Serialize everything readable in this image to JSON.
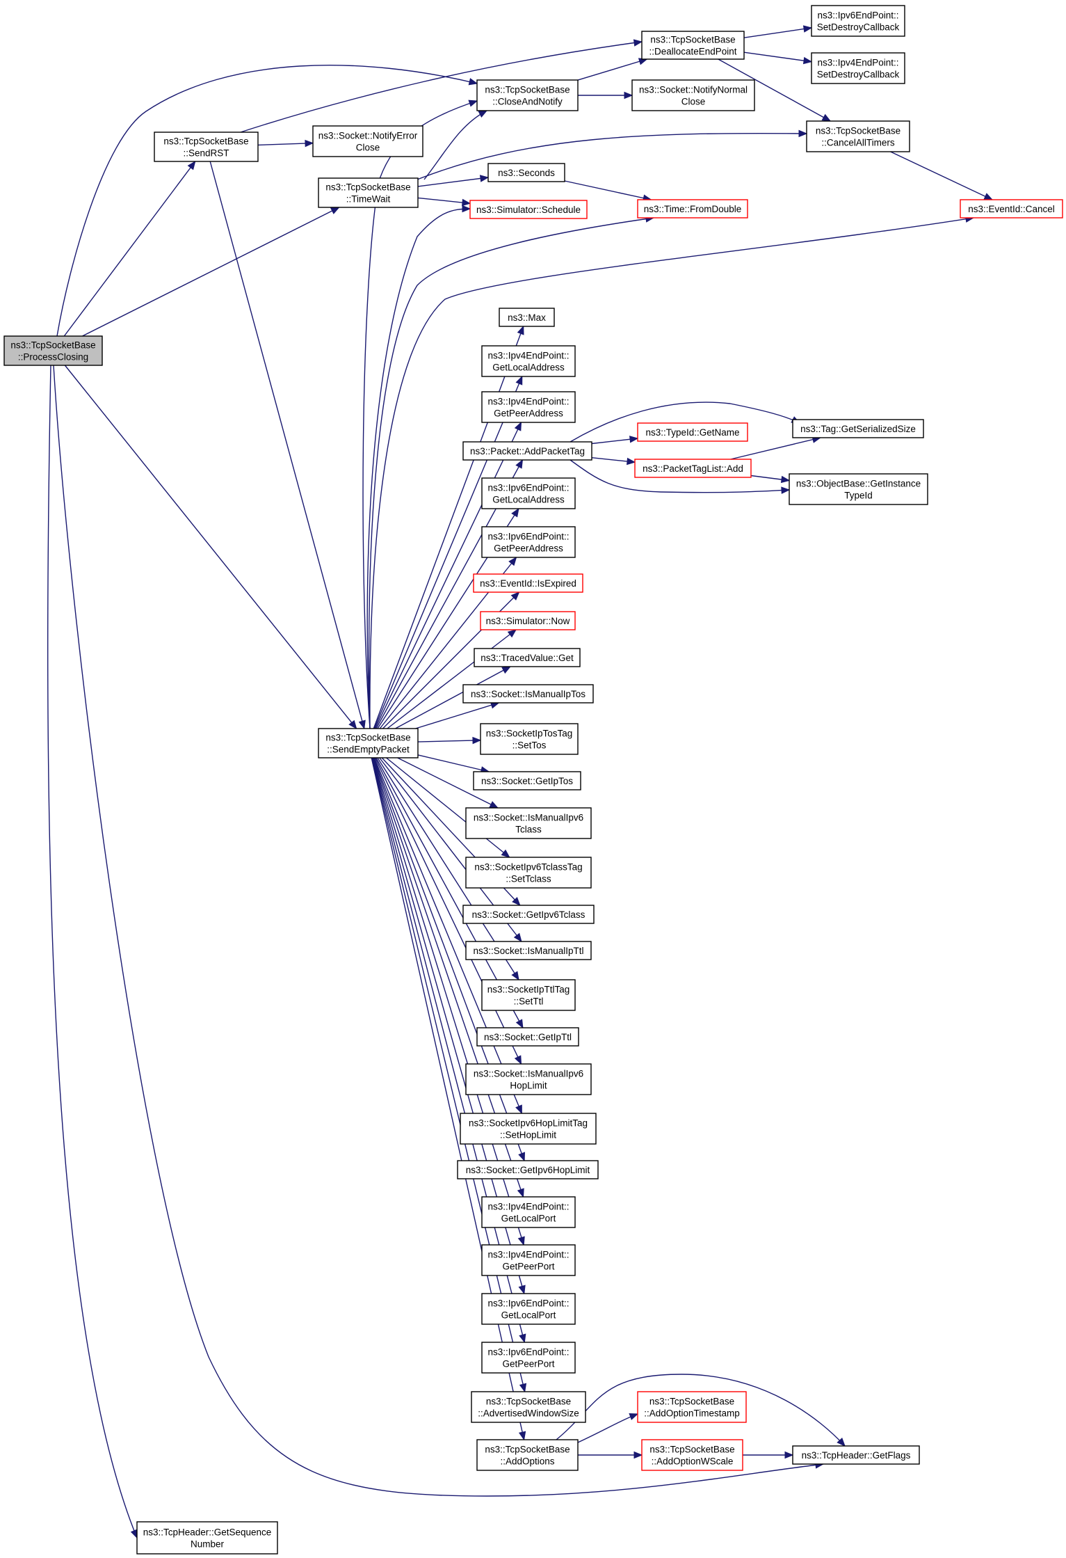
{
  "colors": {
    "edge": "#191970",
    "node_border": "#000000",
    "node_border_truncated": "#ff0000",
    "root_fill": "#bfbfbf",
    "node_fill": "#ffffff"
  },
  "nodes": [
    {
      "id": "process_closing",
      "lines": [
        "ns3::TcpSocketBase",
        "::ProcessClosing"
      ],
      "style": "root"
    },
    {
      "id": "send_rst",
      "lines": [
        "ns3::TcpSocketBase",
        "::SendRST"
      ],
      "style": "normal"
    },
    {
      "id": "time_wait",
      "lines": [
        "ns3::TcpSocketBase",
        "::TimeWait"
      ],
      "style": "normal"
    },
    {
      "id": "send_empty_packet",
      "lines": [
        "ns3::TcpSocketBase",
        "::SendEmptyPacket"
      ],
      "style": "normal"
    },
    {
      "id": "get_sequence_number",
      "lines": [
        "ns3::TcpHeader::GetSequence",
        "Number"
      ],
      "style": "normal"
    },
    {
      "id": "notify_error_close",
      "lines": [
        "ns3::Socket::NotifyError",
        "Close"
      ],
      "style": "normal"
    },
    {
      "id": "close_and_notify",
      "lines": [
        "ns3::TcpSocketBase",
        "::CloseAndNotify"
      ],
      "style": "normal"
    },
    {
      "id": "deallocate_end_point",
      "lines": [
        "ns3::TcpSocketBase",
        "::DeallocateEndPoint"
      ],
      "style": "normal"
    },
    {
      "id": "ipv6_set_destroy_callback",
      "lines": [
        "ns3::Ipv6EndPoint::",
        "SetDestroyCallback"
      ],
      "style": "normal"
    },
    {
      "id": "ipv4_set_destroy_callback",
      "lines": [
        "ns3::Ipv4EndPoint::",
        "SetDestroyCallback"
      ],
      "style": "normal"
    },
    {
      "id": "notify_normal_close",
      "lines": [
        "ns3::Socket::NotifyNormal",
        "Close"
      ],
      "style": "normal"
    },
    {
      "id": "cancel_all_timers",
      "lines": [
        "ns3::TcpSocketBase",
        "::CancelAllTimers"
      ],
      "style": "normal"
    },
    {
      "id": "seconds",
      "lines": [
        "ns3::Seconds"
      ],
      "style": "normal"
    },
    {
      "id": "simulator_schedule",
      "lines": [
        "ns3::Simulator::Schedule"
      ],
      "style": "truncated"
    },
    {
      "id": "time_from_double",
      "lines": [
        "ns3::Time::FromDouble"
      ],
      "style": "truncated"
    },
    {
      "id": "event_id_cancel",
      "lines": [
        "ns3::EventId::Cancel"
      ],
      "style": "truncated"
    },
    {
      "id": "max",
      "lines": [
        "ns3::Max"
      ],
      "style": "normal"
    },
    {
      "id": "ipv4_get_local_address",
      "lines": [
        "ns3::Ipv4EndPoint::",
        "GetLocalAddress"
      ],
      "style": "normal"
    },
    {
      "id": "ipv4_get_peer_address",
      "lines": [
        "ns3::Ipv4EndPoint::",
        "GetPeerAddress"
      ],
      "style": "normal"
    },
    {
      "id": "packet_add_packet_tag",
      "lines": [
        "ns3::Packet::AddPacketTag"
      ],
      "style": "normal"
    },
    {
      "id": "type_id_get_name",
      "lines": [
        "ns3::TypeId::GetName"
      ],
      "style": "truncated"
    },
    {
      "id": "tag_get_serialized_size",
      "lines": [
        "ns3::Tag::GetSerializedSize"
      ],
      "style": "normal"
    },
    {
      "id": "packet_tag_list_add",
      "lines": [
        "ns3::PacketTagList::Add"
      ],
      "style": "truncated"
    },
    {
      "id": "object_base_get_instance_type_id",
      "lines": [
        "ns3::ObjectBase::GetInstance",
        "TypeId"
      ],
      "style": "normal"
    },
    {
      "id": "ipv6_get_local_address",
      "lines": [
        "ns3::Ipv6EndPoint::",
        "GetLocalAddress"
      ],
      "style": "normal"
    },
    {
      "id": "ipv6_get_peer_address",
      "lines": [
        "ns3::Ipv6EndPoint::",
        "GetPeerAddress"
      ],
      "style": "normal"
    },
    {
      "id": "event_id_is_expired",
      "lines": [
        "ns3::EventId::IsExpired"
      ],
      "style": "truncated"
    },
    {
      "id": "simulator_now",
      "lines": [
        "ns3::Simulator::Now"
      ],
      "style": "truncated"
    },
    {
      "id": "traced_value_get",
      "lines": [
        "ns3::TracedValue::Get"
      ],
      "style": "normal"
    },
    {
      "id": "is_manual_ip_tos",
      "lines": [
        "ns3::Socket::IsManualIpTos"
      ],
      "style": "normal"
    },
    {
      "id": "set_tos",
      "lines": [
        "ns3::SocketIpTosTag",
        "::SetTos"
      ],
      "style": "normal"
    },
    {
      "id": "get_ip_tos",
      "lines": [
        "ns3::Socket::GetIpTos"
      ],
      "style": "normal"
    },
    {
      "id": "is_manual_ipv6_tclass",
      "lines": [
        "ns3::Socket::IsManualIpv6",
        "Tclass"
      ],
      "style": "normal"
    },
    {
      "id": "set_tclass",
      "lines": [
        "ns3::SocketIpv6TclassTag",
        "::SetTclass"
      ],
      "style": "normal"
    },
    {
      "id": "get_ipv6_tclass",
      "lines": [
        "ns3::Socket::GetIpv6Tclass"
      ],
      "style": "normal"
    },
    {
      "id": "is_manual_ip_ttl",
      "lines": [
        "ns3::Socket::IsManualIpTtl"
      ],
      "style": "normal"
    },
    {
      "id": "set_ttl",
      "lines": [
        "ns3::SocketIpTtlTag",
        "::SetTtl"
      ],
      "style": "normal"
    },
    {
      "id": "get_ip_ttl",
      "lines": [
        "ns3::Socket::GetIpTtl"
      ],
      "style": "normal"
    },
    {
      "id": "is_manual_ipv6_hop_limit",
      "lines": [
        "ns3::Socket::IsManualIpv6",
        "HopLimit"
      ],
      "style": "normal"
    },
    {
      "id": "set_hop_limit",
      "lines": [
        "ns3::SocketIpv6HopLimitTag",
        "::SetHopLimit"
      ],
      "style": "normal"
    },
    {
      "id": "get_ipv6_hop_limit",
      "lines": [
        "ns3::Socket::GetIpv6HopLimit"
      ],
      "style": "normal"
    },
    {
      "id": "ipv4_get_local_port",
      "lines": [
        "ns3::Ipv4EndPoint::",
        "GetLocalPort"
      ],
      "style": "normal"
    },
    {
      "id": "ipv4_get_peer_port",
      "lines": [
        "ns3::Ipv4EndPoint::",
        "GetPeerPort"
      ],
      "style": "normal"
    },
    {
      "id": "ipv6_get_local_port",
      "lines": [
        "ns3::Ipv6EndPoint::",
        "GetLocalPort"
      ],
      "style": "normal"
    },
    {
      "id": "ipv6_get_peer_port",
      "lines": [
        "ns3::Ipv6EndPoint::",
        "GetPeerPort"
      ],
      "style": "normal"
    },
    {
      "id": "advertised_window_size",
      "lines": [
        "ns3::TcpSocketBase",
        "::AdvertisedWindowSize"
      ],
      "style": "normal"
    },
    {
      "id": "add_options",
      "lines": [
        "ns3::TcpSocketBase",
        "::AddOptions"
      ],
      "style": "normal"
    },
    {
      "id": "add_option_timestamp",
      "lines": [
        "ns3::TcpSocketBase",
        "::AddOptionTimestamp"
      ],
      "style": "truncated"
    },
    {
      "id": "add_option_wscale",
      "lines": [
        "ns3::TcpSocketBase",
        "::AddOptionWScale"
      ],
      "style": "truncated"
    },
    {
      "id": "tcp_header_get_flags",
      "lines": [
        "ns3::TcpHeader::GetFlags"
      ],
      "style": "normal"
    }
  ],
  "edges": [
    [
      "process_closing",
      "close_and_notify"
    ],
    [
      "process_closing",
      "send_rst"
    ],
    [
      "process_closing",
      "time_wait"
    ],
    [
      "process_closing",
      "send_empty_packet"
    ],
    [
      "process_closing",
      "tcp_header_get_flags"
    ],
    [
      "process_closing",
      "get_sequence_number"
    ],
    [
      "send_rst",
      "deallocate_end_point"
    ],
    [
      "send_rst",
      "notify_error_close"
    ],
    [
      "send_rst",
      "send_empty_packet"
    ],
    [
      "time_wait",
      "close_and_notify"
    ],
    [
      "time_wait",
      "cancel_all_timers"
    ],
    [
      "time_wait",
      "seconds"
    ],
    [
      "time_wait",
      "simulator_schedule"
    ],
    [
      "close_and_notify",
      "deallocate_end_point"
    ],
    [
      "close_and_notify",
      "notify_normal_close"
    ],
    [
      "deallocate_end_point",
      "ipv6_set_destroy_callback"
    ],
    [
      "deallocate_end_point",
      "ipv4_set_destroy_callback"
    ],
    [
      "deallocate_end_point",
      "cancel_all_timers"
    ],
    [
      "cancel_all_timers",
      "event_id_cancel"
    ],
    [
      "seconds",
      "time_from_double"
    ],
    [
      "send_empty_packet",
      "close_and_notify"
    ],
    [
      "send_empty_packet",
      "simulator_schedule"
    ],
    [
      "send_empty_packet",
      "time_from_double"
    ],
    [
      "send_empty_packet",
      "event_id_cancel"
    ],
    [
      "send_empty_packet",
      "max"
    ],
    [
      "send_empty_packet",
      "ipv4_get_local_address"
    ],
    [
      "send_empty_packet",
      "ipv4_get_peer_address"
    ],
    [
      "send_empty_packet",
      "packet_add_packet_tag"
    ],
    [
      "send_empty_packet",
      "ipv6_get_local_address"
    ],
    [
      "send_empty_packet",
      "ipv6_get_peer_address"
    ],
    [
      "send_empty_packet",
      "event_id_is_expired"
    ],
    [
      "send_empty_packet",
      "simulator_now"
    ],
    [
      "send_empty_packet",
      "traced_value_get"
    ],
    [
      "send_empty_packet",
      "is_manual_ip_tos"
    ],
    [
      "send_empty_packet",
      "set_tos"
    ],
    [
      "send_empty_packet",
      "get_ip_tos"
    ],
    [
      "send_empty_packet",
      "is_manual_ipv6_tclass"
    ],
    [
      "send_empty_packet",
      "set_tclass"
    ],
    [
      "send_empty_packet",
      "get_ipv6_tclass"
    ],
    [
      "send_empty_packet",
      "is_manual_ip_ttl"
    ],
    [
      "send_empty_packet",
      "set_ttl"
    ],
    [
      "send_empty_packet",
      "get_ip_ttl"
    ],
    [
      "send_empty_packet",
      "is_manual_ipv6_hop_limit"
    ],
    [
      "send_empty_packet",
      "set_hop_limit"
    ],
    [
      "send_empty_packet",
      "get_ipv6_hop_limit"
    ],
    [
      "send_empty_packet",
      "ipv4_get_local_port"
    ],
    [
      "send_empty_packet",
      "ipv4_get_peer_port"
    ],
    [
      "send_empty_packet",
      "ipv6_get_local_port"
    ],
    [
      "send_empty_packet",
      "ipv6_get_peer_port"
    ],
    [
      "send_empty_packet",
      "advertised_window_size"
    ],
    [
      "send_empty_packet",
      "add_options"
    ],
    [
      "packet_add_packet_tag",
      "tag_get_serialized_size"
    ],
    [
      "packet_add_packet_tag",
      "type_id_get_name"
    ],
    [
      "packet_add_packet_tag",
      "packet_tag_list_add"
    ],
    [
      "packet_add_packet_tag",
      "object_base_get_instance_type_id"
    ],
    [
      "packet_tag_list_add",
      "tag_get_serialized_size"
    ],
    [
      "packet_tag_list_add",
      "object_base_get_instance_type_id"
    ],
    [
      "add_options",
      "tcp_header_get_flags"
    ],
    [
      "add_options",
      "add_option_timestamp"
    ],
    [
      "add_options",
      "add_option_wscale"
    ],
    [
      "add_option_wscale",
      "tcp_header_get_flags"
    ]
  ]
}
